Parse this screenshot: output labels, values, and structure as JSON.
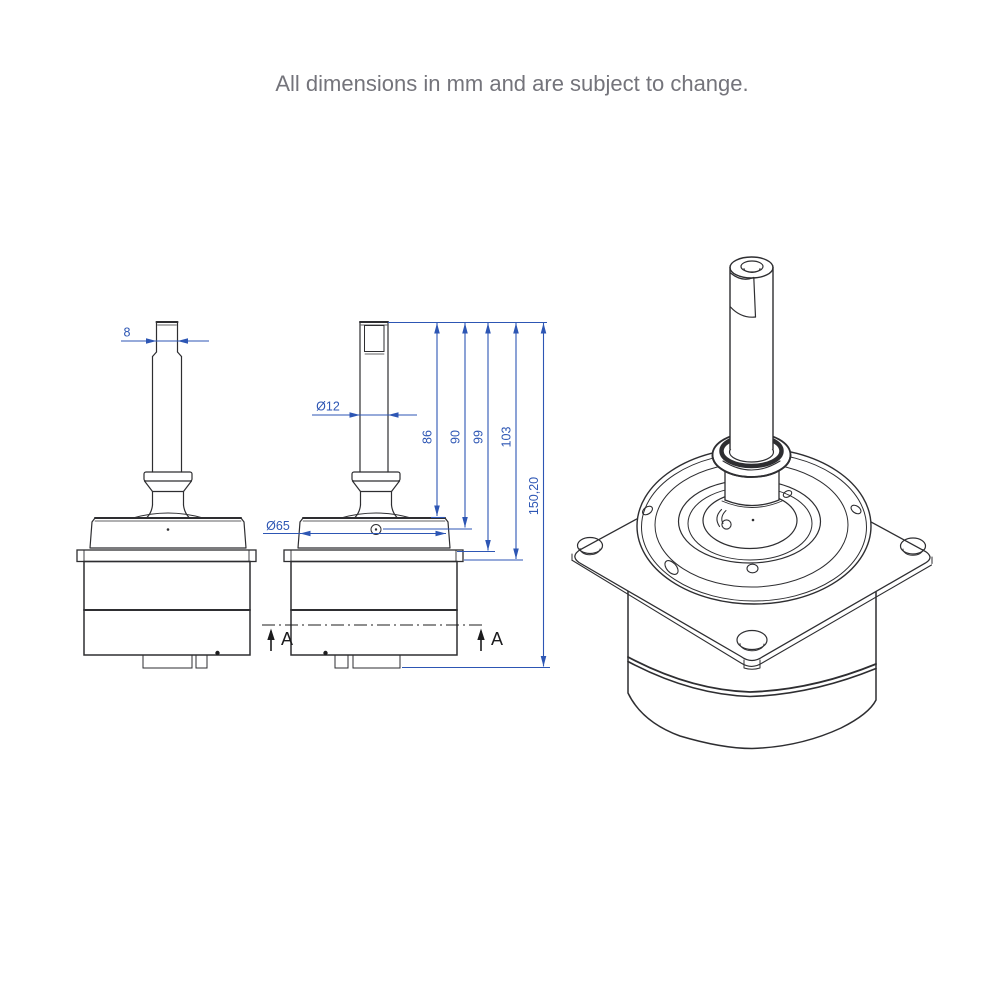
{
  "note": {
    "text": "All dimensions in mm and are subject to change."
  },
  "drawing": {
    "units": "mm",
    "line_color": "#2e2e31",
    "dimension_color": "#2d56b4",
    "dimensions": {
      "shaft_flat_width": "8",
      "shaft_diameter": "Ø12",
      "hub_diameter": "Ø65",
      "len_to_hub_top": "86",
      "len_to_hub_hole": "90",
      "len_to_flange_top": "99",
      "len_to_flange_bottom": "103",
      "overall_length": "150,20"
    },
    "section": {
      "left_label": "A",
      "right_label": "A"
    }
  }
}
